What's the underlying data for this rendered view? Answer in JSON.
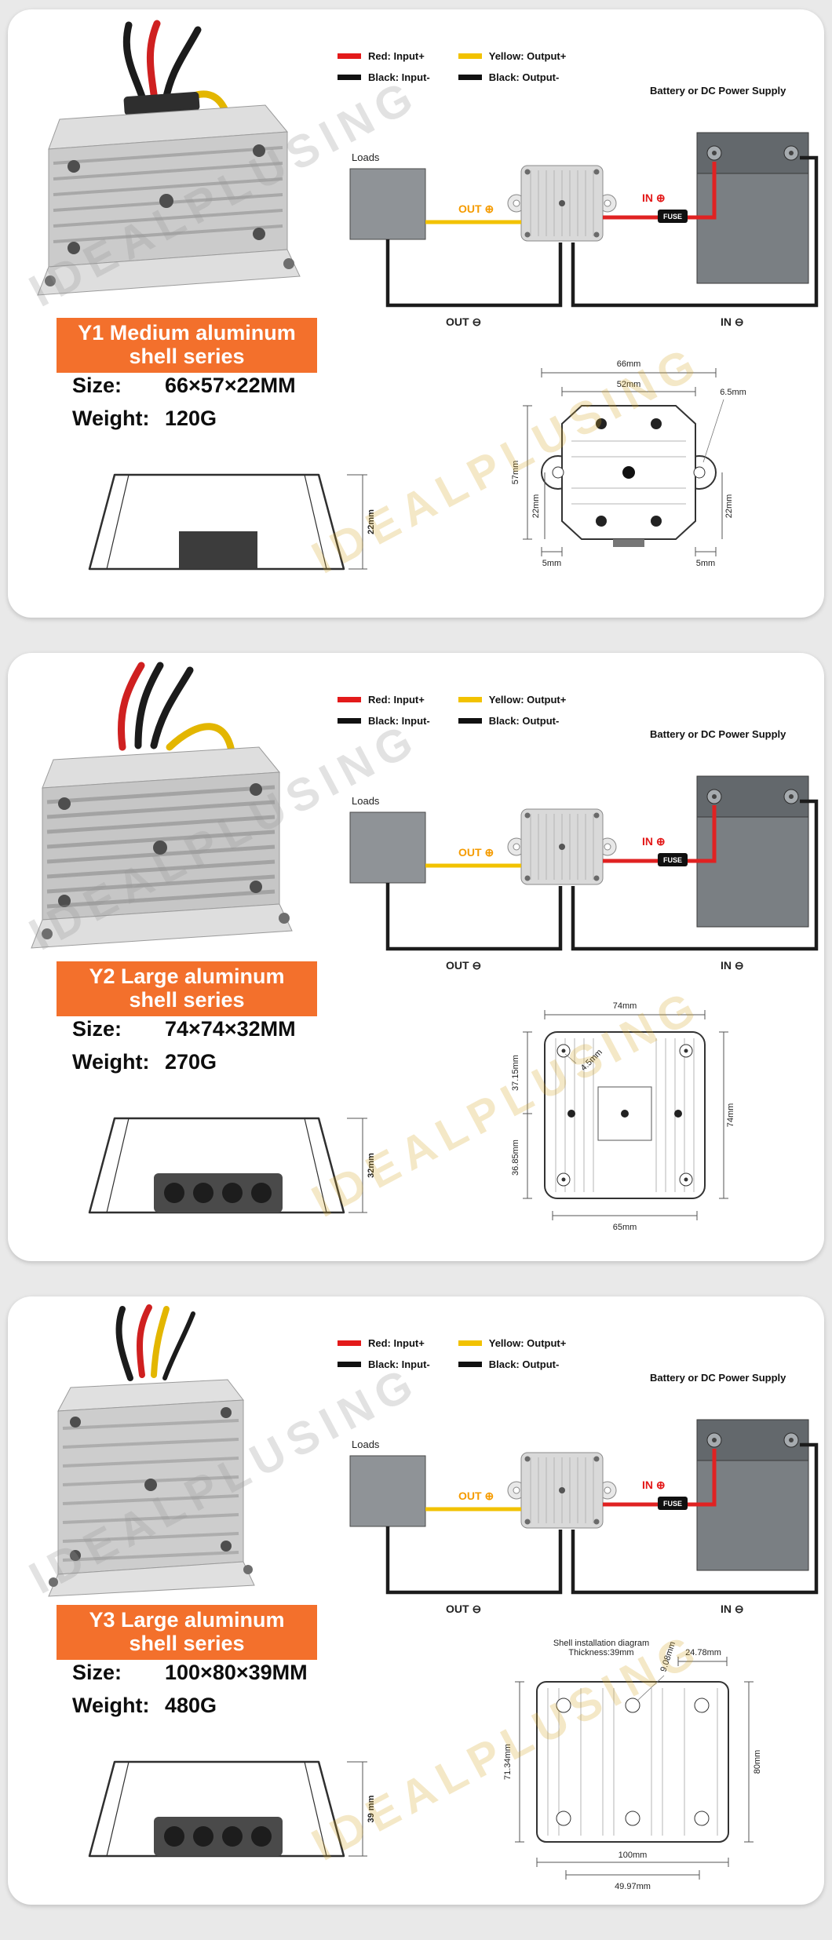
{
  "page": {
    "watermark": "IDEALPLUSING"
  },
  "colors": {
    "accent_orange": "#f3702c",
    "wire_red": "#e31a1a",
    "wire_yellow": "#f2c200",
    "wire_black": "#111111"
  },
  "shared": {
    "legend": {
      "red_label": "Red: Input+",
      "black_in_label": "Black: Input-",
      "yellow_label": "Yellow: Output+",
      "black_out_label": "Black: Output-",
      "battery_label": "Battery or DC Power Supply"
    },
    "wiring": {
      "loads_label": "Loads",
      "out_plus": "OUT ⊕",
      "out_minus": "OUT ⊖",
      "in_plus": "IN ⊕",
      "in_minus": "IN ⊖",
      "fuse_label": "FUSE"
    },
    "size_label": "Size:",
    "weight_label": "Weight:"
  },
  "cards": [
    {
      "banner_line1": "Y1 Medium aluminum",
      "banner_line2": "shell series",
      "size_value": "66×57×22MM",
      "weight_value": "120G",
      "side_height": "22mm",
      "dims": {
        "outer_width": "66mm",
        "inner_width": "52mm",
        "left_height": "57mm",
        "left_offset": "22mm",
        "right_offset": "22mm",
        "bottom_left": "5mm",
        "bottom_right": "5mm",
        "hole_dia": "6.5mm"
      }
    },
    {
      "banner_line1": "Y2 Large aluminum",
      "banner_line2": "shell series",
      "size_value": "74×74×32MM",
      "weight_value": "270G",
      "side_height": "32mm",
      "dims": {
        "top_width": "74mm",
        "left_top": "37.15mm",
        "left_bottom": "36.85mm",
        "right_height": "74mm",
        "bottom_width": "65mm",
        "hole_dia": "4.5mm"
      }
    },
    {
      "banner_line1": "Y3 Large aluminum",
      "banner_line2": "shell series",
      "size_value": "100×80×39MM",
      "weight_value": "480G",
      "side_height": "39 mm",
      "dims": {
        "note_line1": "Shell installation diagram",
        "note_line2": "Thickness:39mm",
        "top_right": "24.78mm",
        "hole_dia": "9.08mm",
        "left_height": "71.34mm",
        "right_height": "80mm",
        "bottom_width": "100mm",
        "bottom_inner": "49.97mm"
      }
    }
  ]
}
